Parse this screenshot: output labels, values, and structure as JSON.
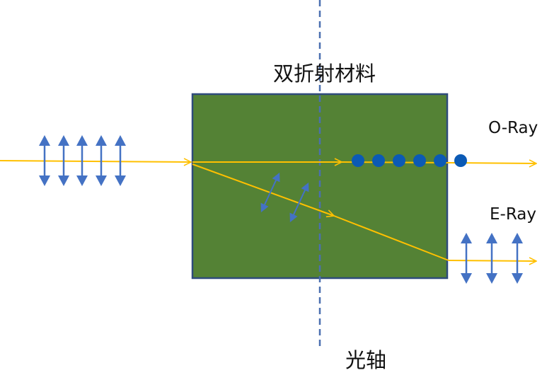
{
  "labels": {
    "material": "双折射材料",
    "o_ray": "O-Ray",
    "e_ray": "E-Ray",
    "optic_axis": "光轴"
  },
  "colors": {
    "crystal_fill": "#548235",
    "crystal_border": "#2f4b7c",
    "ray": "#ffc000",
    "polarization": "#4472c4",
    "dots": "#0b5ab5",
    "axis": "#4a6fb0"
  },
  "polarization": {
    "incident_vertical_arrows": 5,
    "o_ray_dots": 6,
    "inside_tilted_arrows": 2,
    "e_ray_vertical_arrows": 3
  }
}
